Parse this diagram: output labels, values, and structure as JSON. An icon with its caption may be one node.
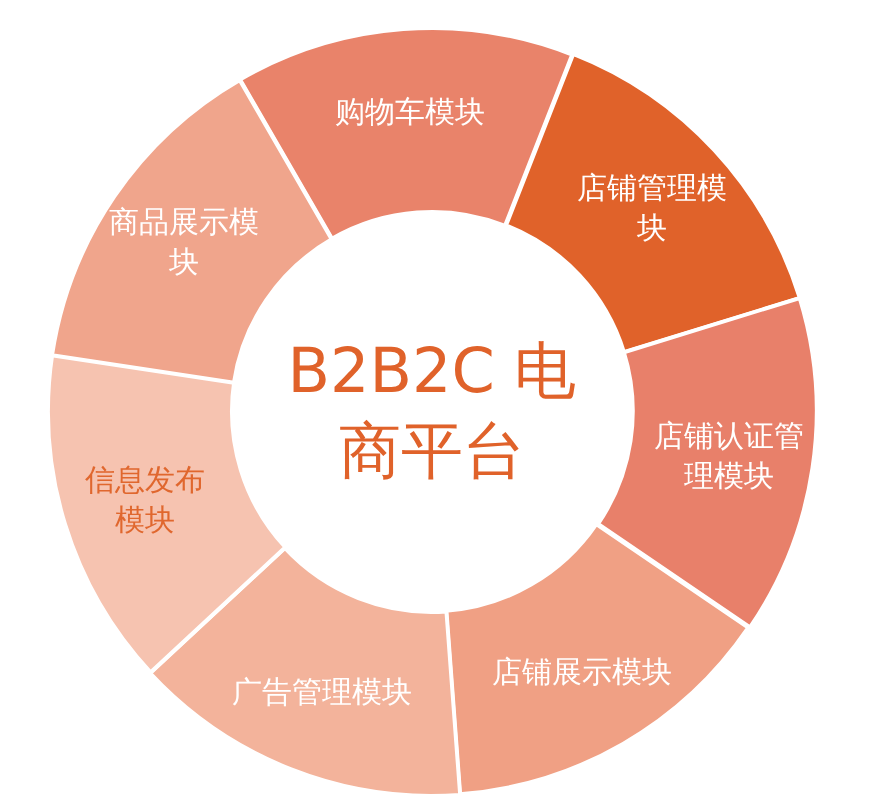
{
  "diagram": {
    "nodes": [
      {
        "text": [
          "B2B2C 电商平台"
        ]
      },
      {
        "text": [
          "购物车模块"
        ]
      },
      {
        "text": [
          "店铺管理模块"
        ]
      },
      {
        "text": [
          "店铺认证管理模块"
        ]
      },
      {
        "text": [
          "店铺展示模块"
        ]
      },
      {
        "text": [
          "广告管理模块"
        ]
      },
      {
        "text": [
          "信息发布模块"
        ]
      },
      {
        "text": [
          "商品展示模块"
        ]
      }
    ],
    "edges": []
  }
}
